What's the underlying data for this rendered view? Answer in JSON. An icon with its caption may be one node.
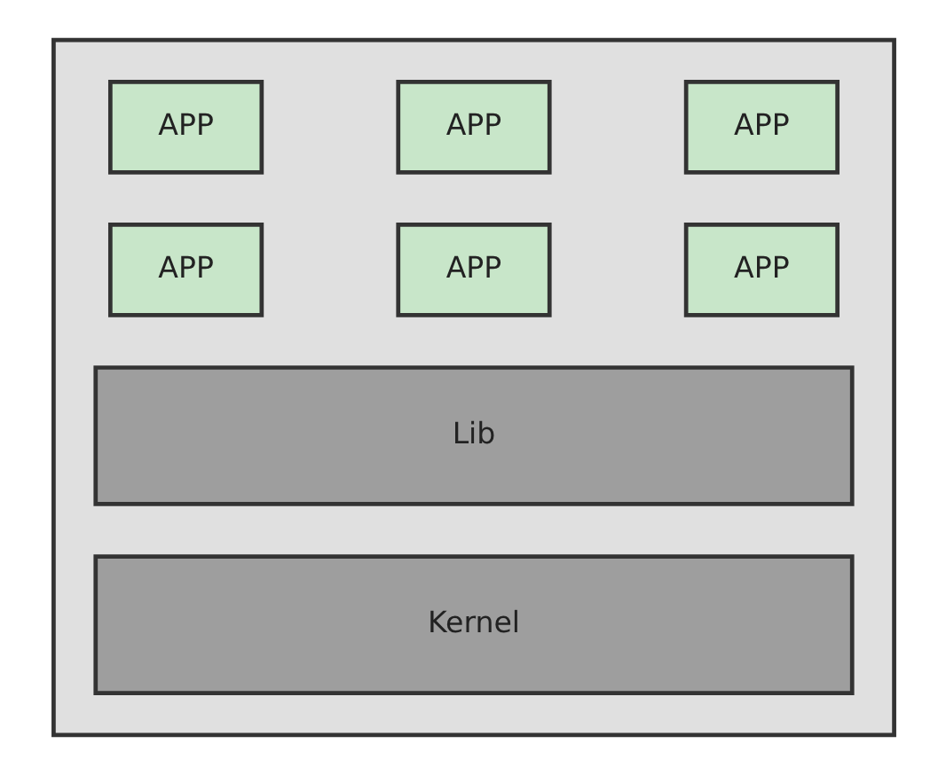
{
  "diagram": {
    "nodes": [
      {
        "text": [],
        "shape": "box"
      },
      {
        "text": [
          "APP"
        ],
        "in": 0
      },
      {
        "text": [
          "APP"
        ],
        "in": 0
      },
      {
        "text": [
          "APP"
        ],
        "in": 0
      },
      {
        "text": [
          "APP"
        ],
        "in": 0
      },
      {
        "text": [
          "APP"
        ],
        "in": 0
      },
      {
        "text": [
          "APP"
        ],
        "in": 0
      },
      {
        "text": [
          "Lib"
        ],
        "in": 0
      },
      {
        "text": [
          "Kernel"
        ],
        "in": 0
      }
    ],
    "edges": []
  }
}
